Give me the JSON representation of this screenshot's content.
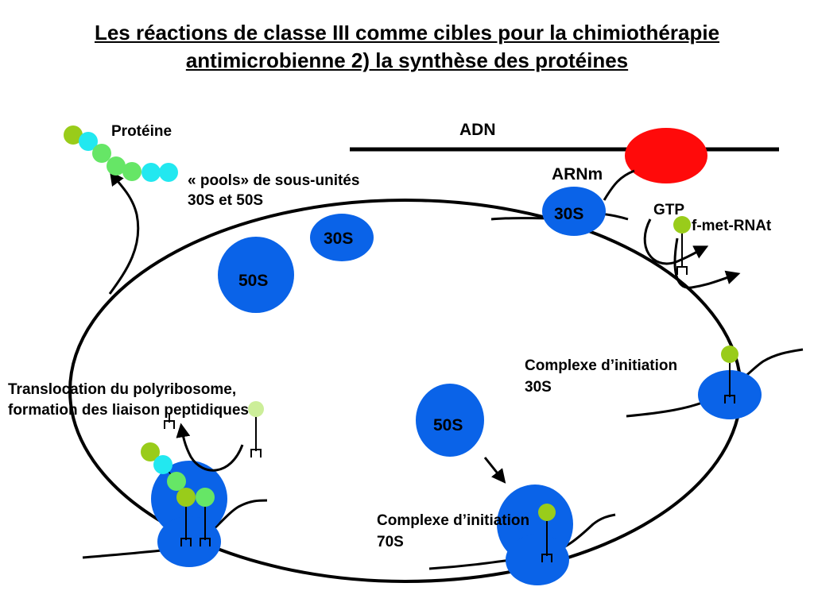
{
  "title": {
    "line1": "Les réactions  de classe III comme cibles pour la chimiothérapie",
    "line2": "antimicrobienne 2) la synthèse des protéines"
  },
  "labels": {
    "proteine": "Protéine",
    "adn": "ADN",
    "arnm": "ARNm",
    "pools_line1": "« pools» de sous-unités",
    "pools_line2": "30S et 50S",
    "gtp": "GTP",
    "fmet": "f-met-RNAt",
    "complexe30_line1": "Complexe d’initiation",
    "complexe30_line2": "30S",
    "complexe70_line1": "Complexe d’initiation",
    "complexe70_line2": "70S",
    "transloc_line1": "Translocation du polyribosome,",
    "transloc_line2": "formation des liaison peptidiques"
  },
  "subunits": {
    "s30": "30S",
    "s50": "50S"
  },
  "colors": {
    "ribosome": "#0a63e8",
    "rna_polymerase": "#ff0a0a",
    "aa_yellowgreen": "#99cc1a",
    "aa_cyan": "#22e8f0",
    "aa_lightgreen": "#66e666",
    "line": "#000000"
  }
}
